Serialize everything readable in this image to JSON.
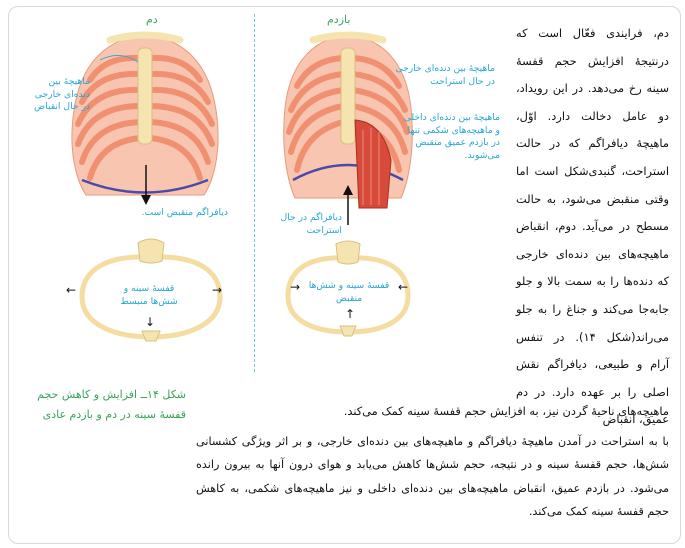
{
  "figure": {
    "title_exhale": "بازدم",
    "title_inhale": "دم",
    "label_inhale_muscles": "ماهیچهٔ بین دنده‌ای خارجی در حال انقباض",
    "label_inhale_diaphragm": "دیافراگم منقبض است.",
    "label_inhale_chest": "قفسهٔ سینه و شش‌ها منبسط",
    "label_exhale_muscles": "ماهیچهٔ بین دنده‌ای خارجی در حال استراحت",
    "label_exhale_inner": "ماهیچهٔ بین دنده‌ای داخلی و ماهیچه‌های شکمی تنها در بازدم عمیق منقبض می‌شوند.",
    "label_exhale_diaphragm": "دیافراگم در حال استراحت",
    "label_exhale_chest": "قفسهٔ سینه و شش‌ها منقبض",
    "caption": "شکل ۱۴ــ افزایش و کاهش حجم قفسهٔ سینه در دم و بازدم عادی"
  },
  "text": {
    "paragraph1": "دم، فرایندی فعّال است که درنتیجهٔ افزایش حجم قفسهٔ سینه رخ می‌دهد. در این رویداد، دو عامل دخالت دارد. اوّل، ماهیچهٔ دیافراگم که در حالت استراحت، گنبدی‌شکل است اما وقتی منقبض می‌شود، به حالت مسطح در می‌آید. دوم، انقباض ماهیچه‌های بین دنده‌ای خارجی که دنده‌ها را به سمت بالا و جلو جابه‌جا می‌کند و جناغ را به جلو می‌راند(شکل ۱۴). در تنفس آرام و طبیعی، دیافراگم نقش اصلی را بر عهده دارد. در دم عمیق، انقباض",
    "paragraph1_end": "ماهیچه‌های ناحیهٔ گردن نیز، به افزایش حجم قفسهٔ سینه کمک می‌کند.",
    "paragraph2": "با به استراحت در آمدن ماهیچهٔ دیافراگم و ماهیچه‌های بین دنده‌ای خارجی، و بر اثر ویژگی کشسانی شش‌ها، حجم قفسهٔ سینه و در نتیجه، حجم شش‌ها کاهش می‌یابد و هوای درون آنها به بیرون رانده می‌شود. در بازدم عمیق، انقباض ماهیچه‌های بین دنده‌ای داخلی و نیز ماهیچه‌های شکمی، به کاهش حجم قفسهٔ سینه کمک می‌کند."
  },
  "colors": {
    "label": "#28a6d6",
    "caption": "#3aa35a",
    "rib": "#f0a080",
    "bone": "#f5e3b0",
    "diaphragm": "#4a4aa8",
    "muscle": "#d84a3a"
  }
}
